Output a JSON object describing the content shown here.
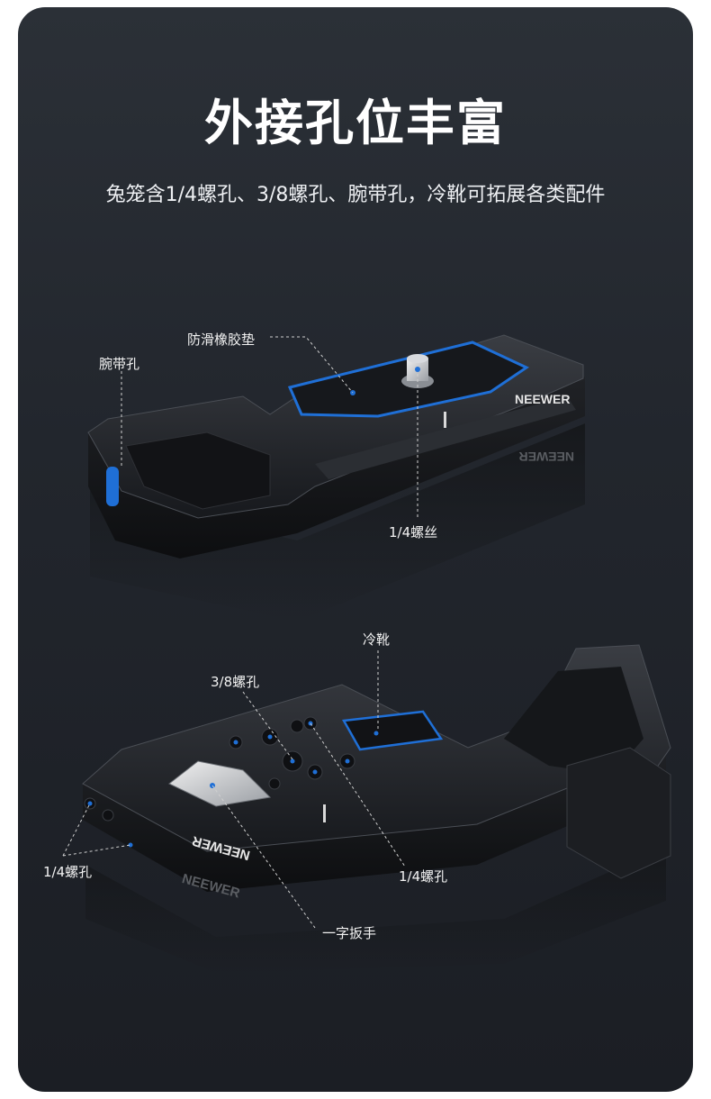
{
  "title": "外接孔位丰富",
  "subtitle": "兔笼含1/4螺孔、3/8螺孔、腕带孔，冷靴可拓展各类配件",
  "top_product": {
    "brand": "NEEWER",
    "labels": {
      "strap_hole": "腕带孔",
      "anti_slip_pad": "防滑橡胶垫",
      "screw": "1/4螺丝"
    }
  },
  "bottom_product": {
    "brand": "NEEWER",
    "labels": {
      "cold_shoe": "冷靴",
      "hole_38": "3/8螺孔",
      "hole_14_left": "1/4螺孔",
      "hole_14_right": "1/4螺孔",
      "wrench": "一字扳手"
    }
  },
  "colors": {
    "accent_blue": "#1f6fd6",
    "background": "#22262d",
    "metal": "#1a1c20"
  }
}
